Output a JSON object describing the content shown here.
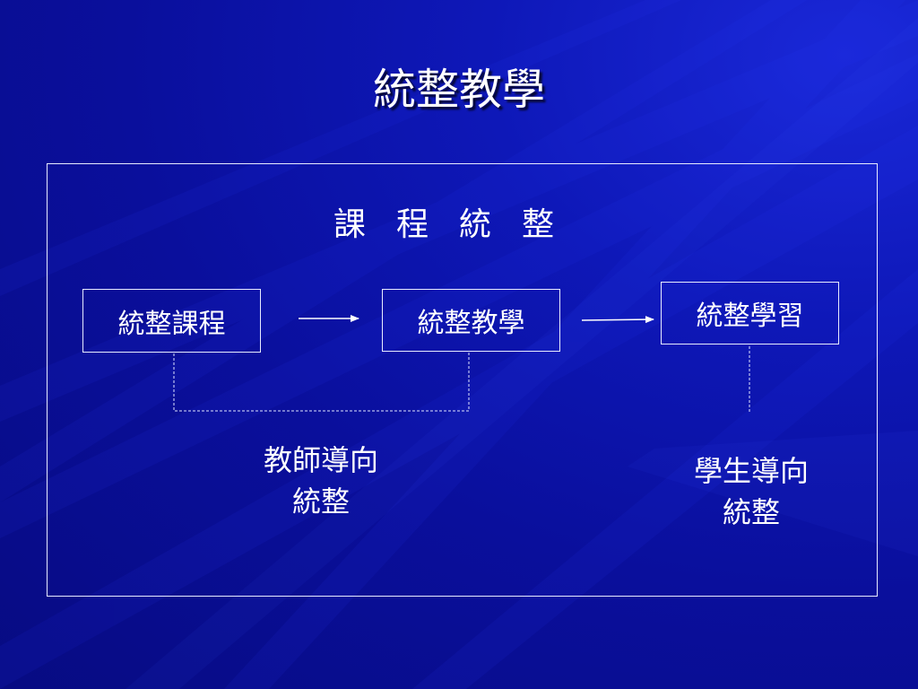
{
  "slide": {
    "title": "統整教學",
    "background_color": "#0a0f9c"
  },
  "diagram": {
    "heading": "課程統整",
    "nodes": [
      {
        "id": "curriculum",
        "label": "統整課程"
      },
      {
        "id": "teaching",
        "label": "統整教學"
      },
      {
        "id": "learning",
        "label": "統整學習"
      }
    ],
    "edges": [
      {
        "from": "curriculum",
        "to": "teaching",
        "type": "arrow"
      },
      {
        "from": "teaching",
        "to": "learning",
        "type": "arrow"
      },
      {
        "from": "curriculum",
        "to": "teaching",
        "type": "dashed-bracket"
      },
      {
        "from": "learning",
        "to": "student-label",
        "type": "dashed-line"
      }
    ],
    "labels": {
      "teacher": {
        "line1": "教師導向",
        "line2": "統整"
      },
      "student": {
        "line1": "學生導向",
        "line2": "統整"
      }
    },
    "line_color": "#e8ecff"
  }
}
